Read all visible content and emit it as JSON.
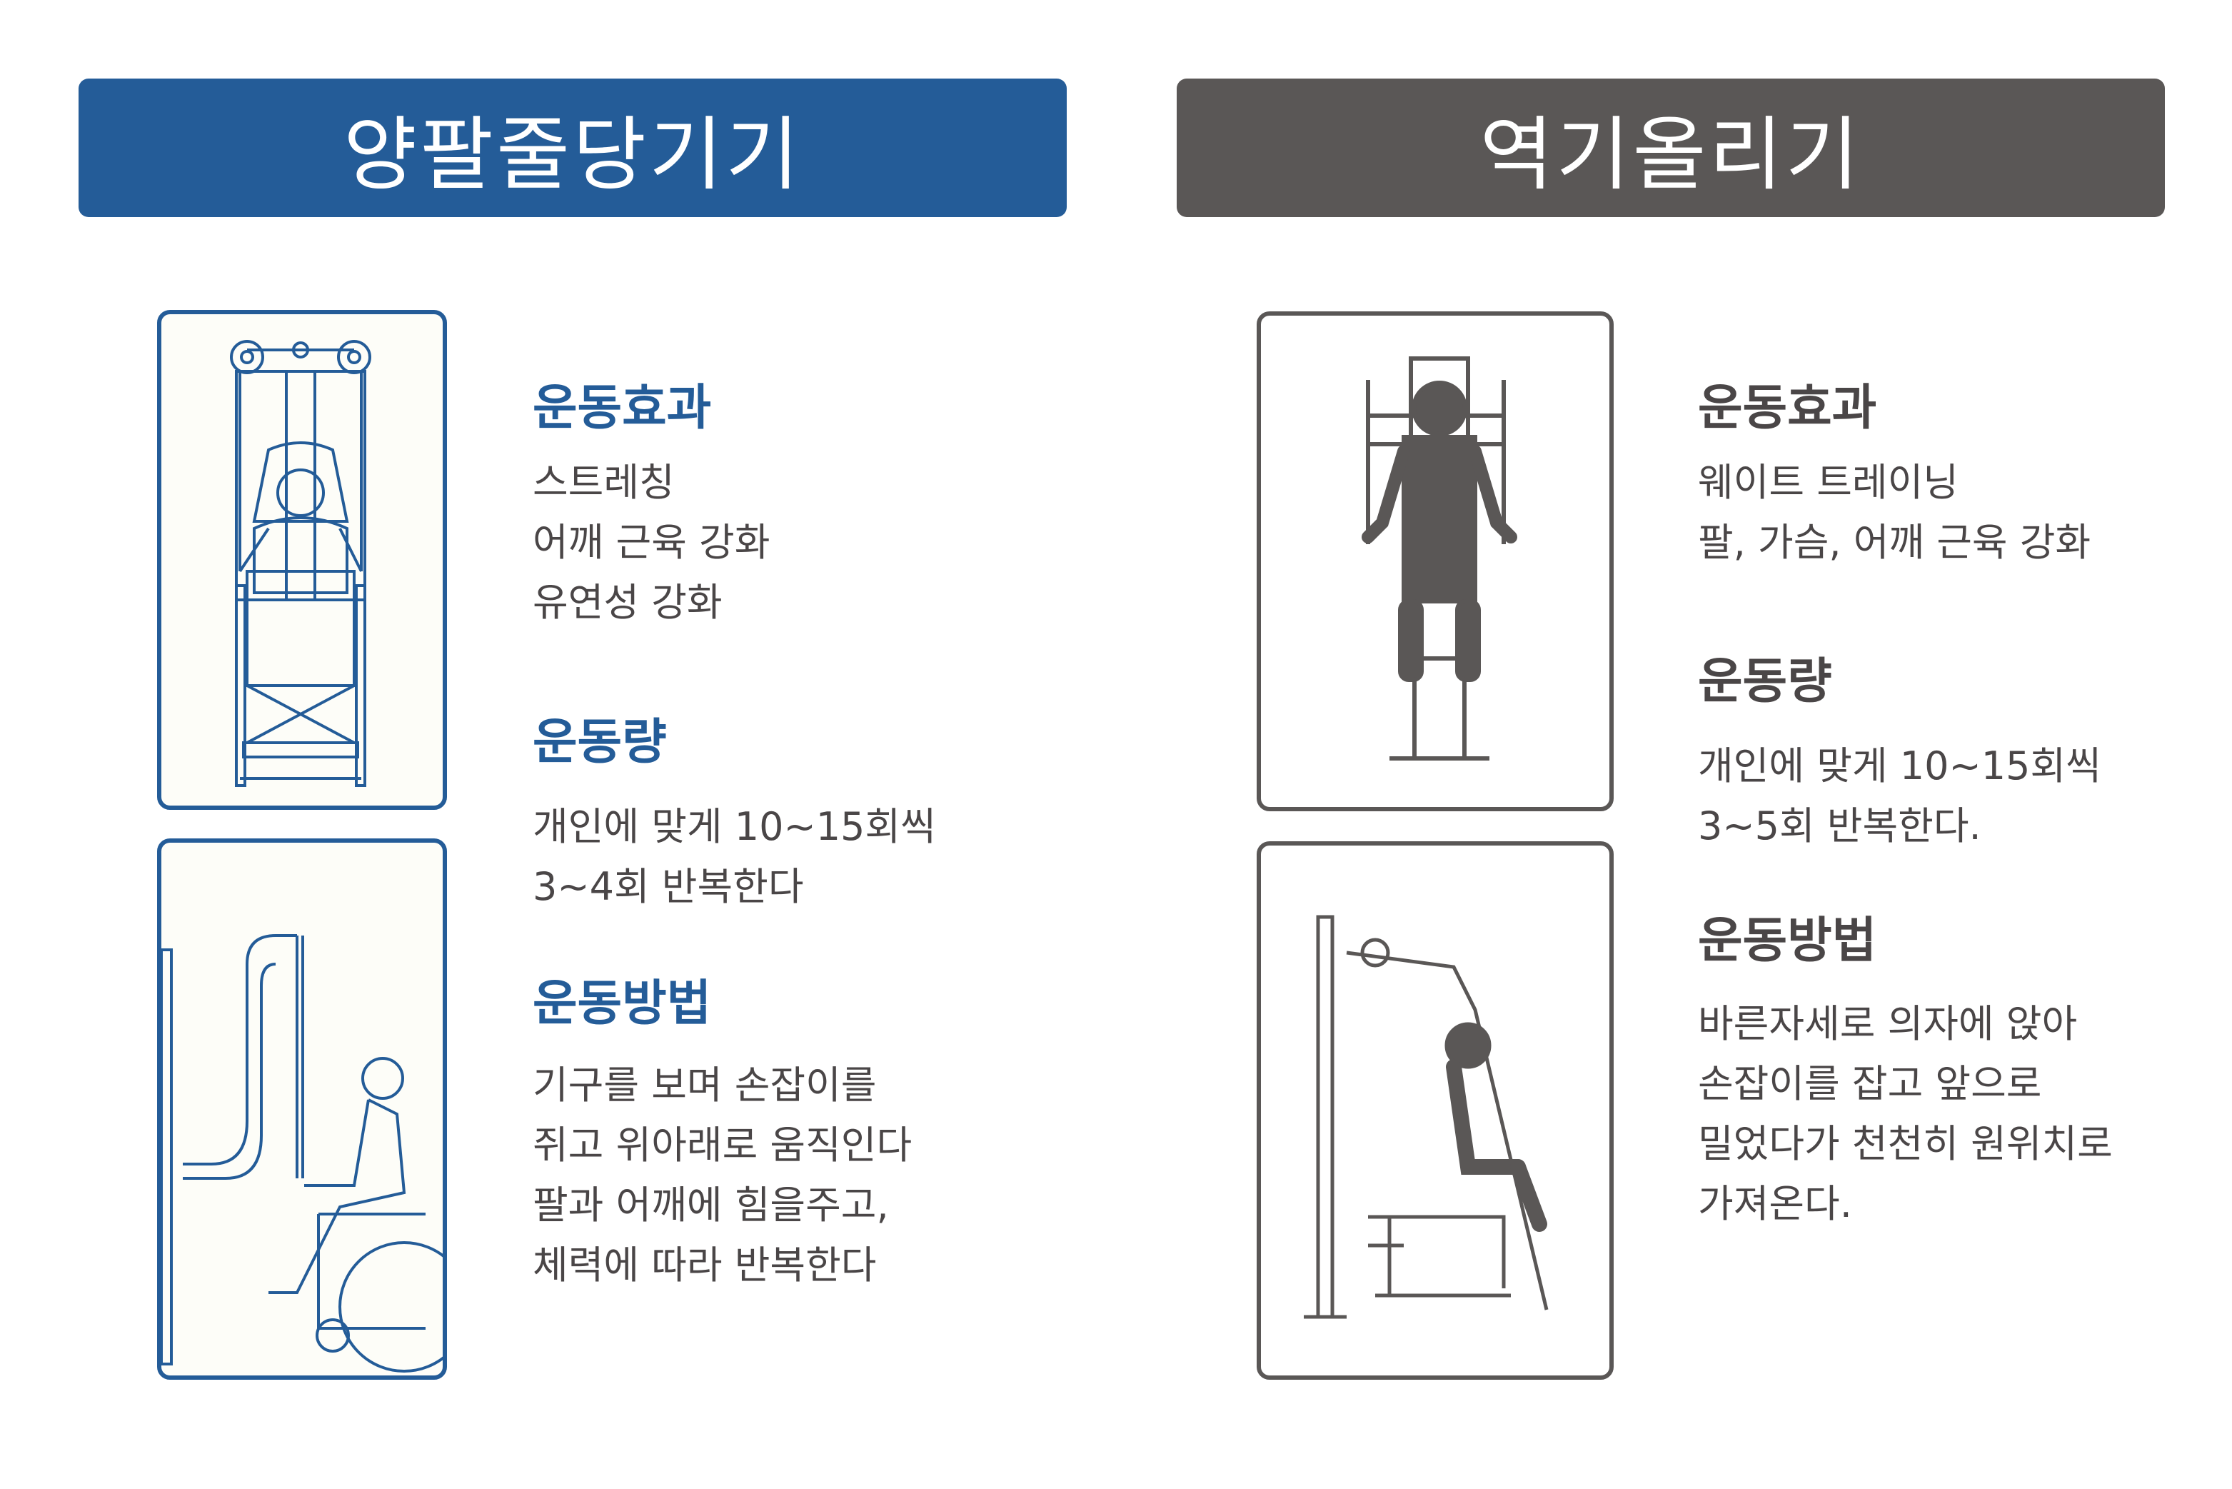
{
  "colors": {
    "blue": "#245C98",
    "gray": "#5A5756",
    "text": "#4A4647"
  },
  "left": {
    "title": "양팔줄당기기",
    "effect": {
      "heading": "운동효과",
      "lines": [
        "스트레칭",
        "어깨 근육 강화",
        "유연성 강화"
      ]
    },
    "amount": {
      "heading": "운동량",
      "lines": [
        "개인에 맞게 10~15회씩",
        "3~4회 반복한다"
      ]
    },
    "method": {
      "heading": "운동방법",
      "lines": [
        "기구를 보며 손잡이를",
        "쥐고 위아래로 움직인다",
        "팔과 어깨에 힘을주고,",
        "체력에 따라 반복한다"
      ]
    }
  },
  "right": {
    "title": "역기올리기",
    "effect": {
      "heading": "운동효과",
      "lines": [
        "웨이트 트레이닝",
        "팔, 가슴, 어깨 근육 강화"
      ]
    },
    "amount": {
      "heading": "운동량",
      "lines": [
        "개인에 맞게 10~15회씩",
        "3~5회 반복한다."
      ]
    },
    "method": {
      "heading": "운동방법",
      "lines": [
        "바른자세로 의자에 앉아",
        "손잡이를 잡고 앞으로",
        "밀었다가 천천히 원위치로",
        "가져온다."
      ]
    }
  }
}
